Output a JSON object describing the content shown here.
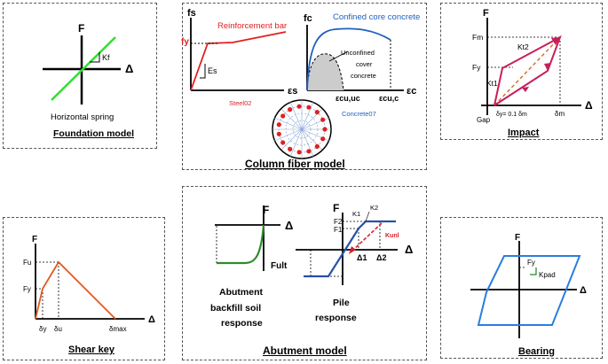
{
  "foundation": {
    "title": "Foundation model",
    "axis_f": "F",
    "axis_delta": "Δ",
    "k_label": "Kf",
    "spring_label": "Horizontal spring"
  },
  "column": {
    "title": "Column fiber model",
    "steel_axis_y": "fs",
    "steel_fy": "fy",
    "steel_curve_label": "Reinforcement bar",
    "steel_es": "Es",
    "steel_axis_x": "εs",
    "steel_model": "Steel02",
    "conc_axis_y": "fc",
    "confined_label": "Confined core concrete",
    "unconfined_label_1": "Unconfined",
    "unconfined_label_2": "cover",
    "unconfined_label_3": "concrete",
    "conc_eps_uc": "εcu,uc",
    "conc_eps_c": "εcu,c",
    "conc_axis_x": "εc",
    "conc_model": "Concrete07"
  },
  "impact": {
    "title": "Impact",
    "axis_f": "F",
    "axis_delta": "Δ",
    "fm": "Fm",
    "fy": "Fy",
    "kt2": "Kt2",
    "kt1": "Kt1",
    "gap": "Gap",
    "dy_expr": "δy= 0.1 δm",
    "dm": "δm"
  },
  "shear_key": {
    "title": "Shear key",
    "axis_f": "F",
    "axis_delta": "Δ",
    "fu": "Fu",
    "fy": "Fy",
    "dy": "δy",
    "du": "δu",
    "dmax": "δmax"
  },
  "abutment": {
    "title": "Abutment model",
    "axis_f_left": "F",
    "axis_delta_left": "Δ",
    "fult": "Fult",
    "soil_label_1": "Abutment",
    "soil_label_2": "backfill soil",
    "soil_label_3": "response",
    "axis_f_right": "F",
    "axis_delta_right": "Δ",
    "k1": "K1",
    "k2": "K2",
    "kunl": "Kunl",
    "f1": "F1",
    "f2": "F2",
    "d1": "Δ1",
    "d2": "Δ2",
    "pile_label_1": "Pile",
    "pile_label_2": "response"
  },
  "bearing": {
    "title": "Bearing",
    "axis_f": "F",
    "axis_delta": "Δ",
    "fy": "Fy",
    "kpad": "Kpad"
  }
}
